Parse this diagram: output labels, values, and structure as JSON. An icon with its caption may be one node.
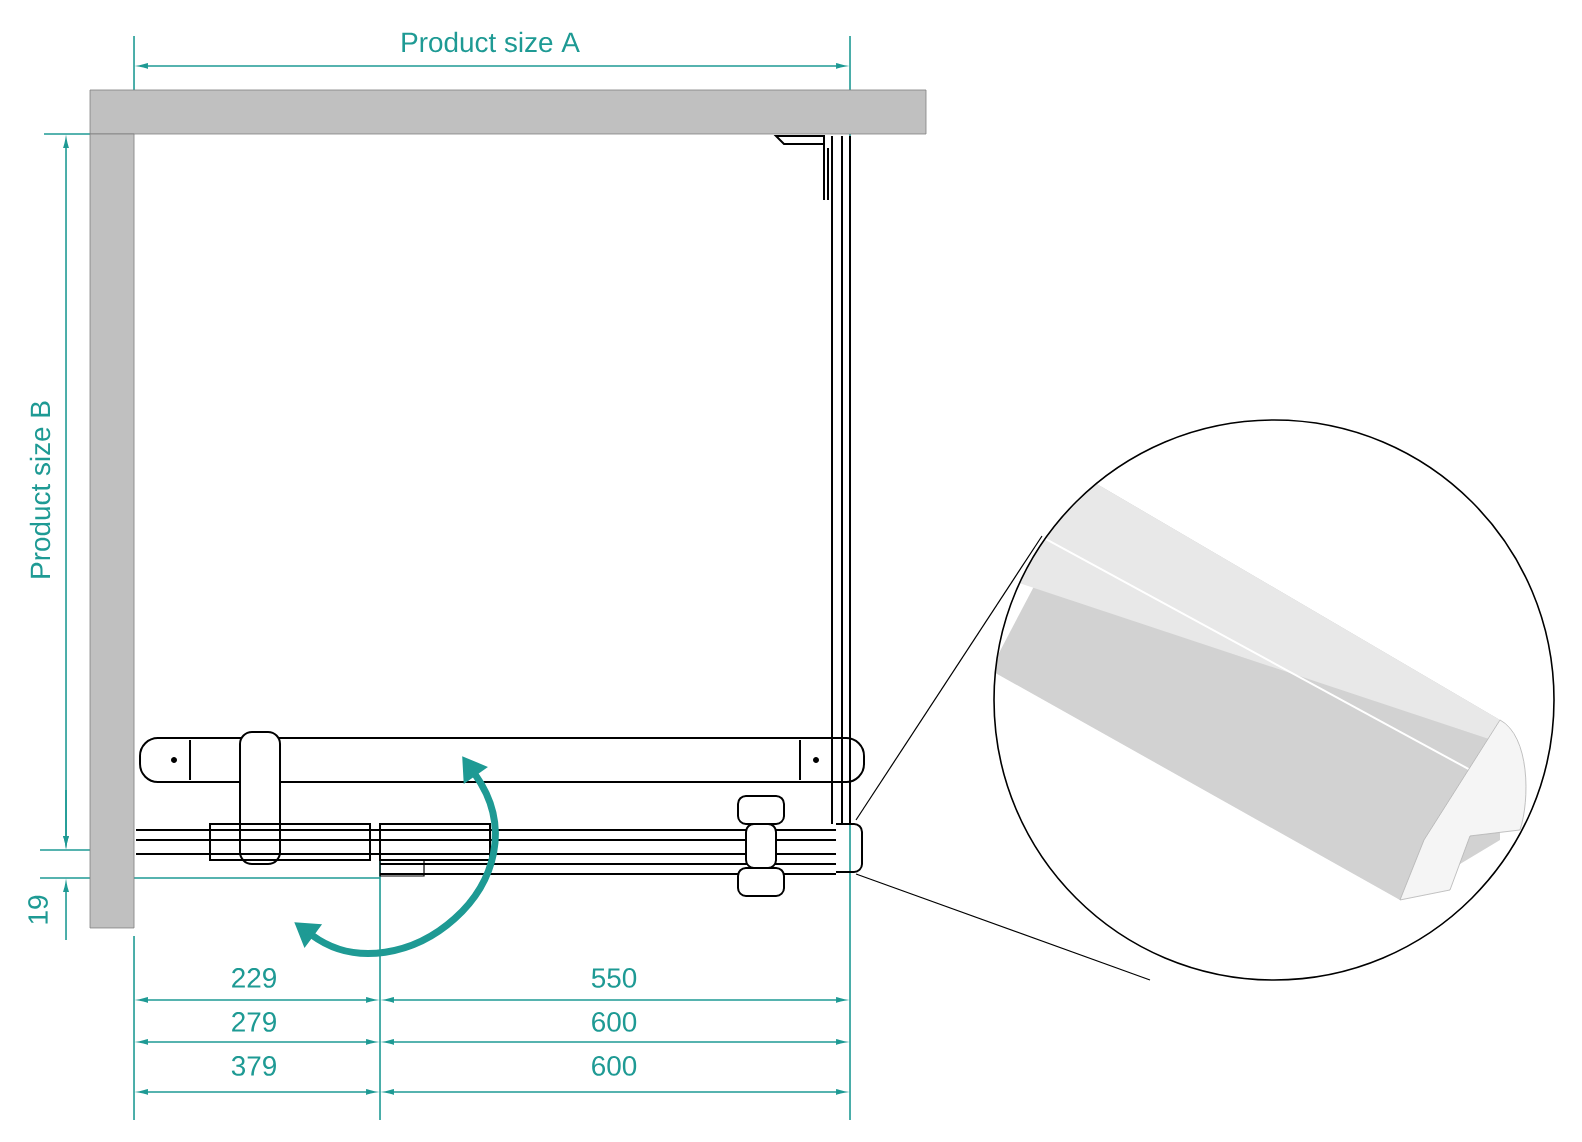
{
  "diagram": {
    "labels": [
      "Product size A",
      "Product size B",
      "19",
      "229",
      "550",
      "279",
      "600",
      "379",
      "600"
    ]
  }
}
